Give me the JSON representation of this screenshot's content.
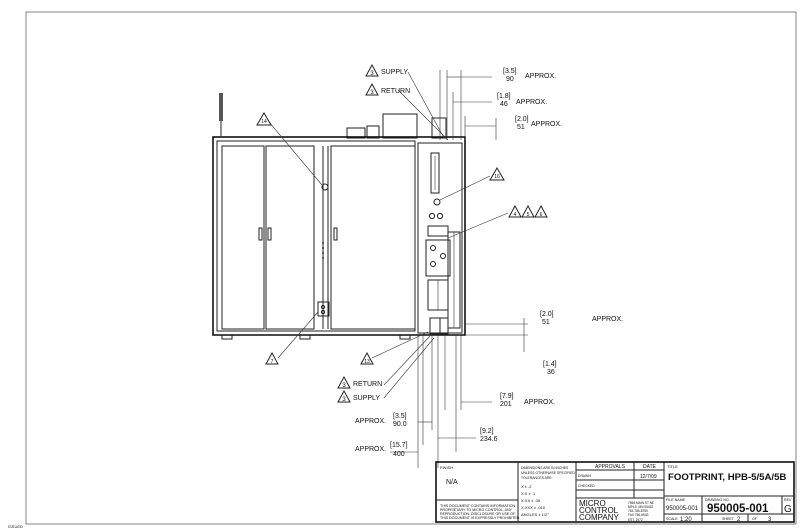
{
  "callouts": {
    "supply_top": "SUPPLY",
    "return_top": "RETURN",
    "return_bottom": "RETURN",
    "supply_bottom": "SUPPLY",
    "tag_3": "3",
    "tag_14": "14",
    "tag_16": "16",
    "tag_4": "4",
    "tag_5": "5",
    "tag_6": "6",
    "tag_7": "7",
    "tag_13": "13"
  },
  "dimensions": {
    "d1_in": "[3.5]",
    "d1_mm": "90",
    "d1_note": "APPROX.",
    "d2_in": "[1.8]",
    "d2_mm": "46",
    "d2_note": "APPROX.",
    "d3_in": "[2.0]",
    "d3_mm": "51",
    "d3_note": "APPROX.",
    "d4_in": "[2.0]",
    "d4_mm": "51",
    "d4_note": "APPROX.",
    "d5_in": "[1.4]",
    "d5_mm": "36",
    "d6_in": "[7.9]",
    "d6_mm": "201",
    "d6_note": "APPROX.",
    "d7_note": "APPROX.",
    "d7_in": "[3.5]",
    "d7_mm": "90.0",
    "d8_in": "[9.2]",
    "d8_mm": "234.6",
    "d9_note": "APPROX.",
    "d9_in": "[15.7]",
    "d9_mm": "400"
  },
  "title_block": {
    "finish_label": "FINISH",
    "finish_value": "N/A",
    "notice_1": "THIS DOCUMENT CONTAINS INFORMATION",
    "notice_2": "PROPRIETARY TO MICRO CONTROL, ANY",
    "notice_3": "REPRODUCTION, DISCLOSURE OR USE OF",
    "notice_4": "THIS DOCUMENT IS EXPRESSLY PROHIBITED.",
    "dim_note_1": "DIMENSIONS ARE IN INCHES",
    "dim_note_2": "UNLESS OTHERWISE SPECIFIED",
    "dim_note_3": "TOLERANCES ARE:",
    "tol_1": "X ± .2",
    "tol_2": "X.X ± .1",
    "tol_3": "X.XX ± .05",
    "tol_4": "X.XXX ± .010",
    "tol_5": "ANGLES ± 1/2°",
    "approvals_label": "APPROVALS",
    "date_label": "DATE",
    "drawn_label": "DRAWN",
    "checked_label": "CHECKED",
    "date_value": "12/7/09",
    "company_line1": "MICRO",
    "company_line2": "CONTROL",
    "company_line3": "COMPANY",
    "address_1": "7956 MAIN ST NE",
    "address_2": "MPLS, MN 55432",
    "address_3": "763-786-8750",
    "address_4": "FAX 786-6543",
    "est_label": "EST. 1972",
    "title_label": "TITLE",
    "title_value": "FOOTPRINT, HPB-5/5A/5B",
    "file_name_label": "FILE NAME",
    "file_name_value": "950005-001",
    "drawing_no_label": "DRAWING NO.",
    "drawing_no_value": "950005-001",
    "rev_label": "REV",
    "rev_value": "G",
    "scale_label": "SCALE",
    "scale_value": "1:20",
    "sheet_label": "SHEET",
    "sheet_value": "2",
    "of_label": "OF",
    "of_value": "3"
  },
  "footer_text": "ISSUED"
}
